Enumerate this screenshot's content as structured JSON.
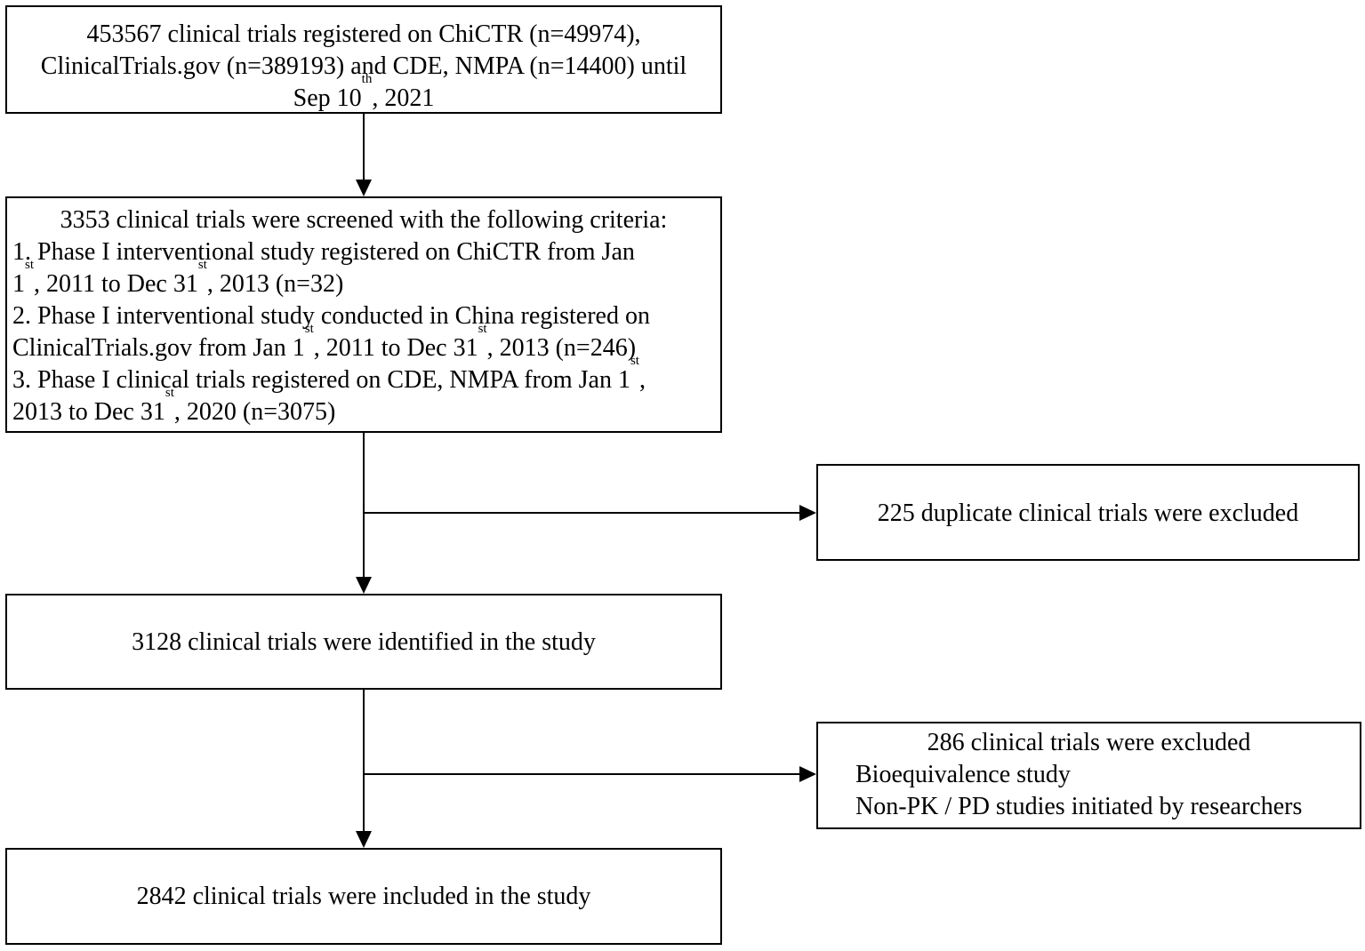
{
  "flowchart": {
    "box1": {
      "line1": "453567 clinical trials registered on ChiCTR (n=49974),",
      "line2": "ClinicalTrials.gov (n=389193) and CDE, NMPA (n=14400) until",
      "line3_a": "Sep 10",
      "line3_sup": "th",
      "line3_b": ", 2021"
    },
    "box2": {
      "heading": "3353 clinical trials were screened with the following criteria:",
      "c1_line1": "1. Phase I interventional study registered on ChiCTR from  Jan",
      "c1_a": "1",
      "c1_sup1": "st",
      "c1_b": ", 2011 to Dec 31",
      "c1_sup2": "st",
      "c1_c": ", 2013 (n=32)",
      "c2_line1": "2. Phase I interventional study conducted in China registered on",
      "c2_a": "ClinicalTrials.gov from Jan 1",
      "c2_sup1": "st",
      "c2_b": ", 2011 to Dec 31",
      "c2_sup2": "st",
      "c2_c": ", 2013 (n=246)",
      "c3_a": "3. Phase I clinical trials registered on CDE, NMPA from Jan 1",
      "c3_sup1": "st",
      "c3_b": ",",
      "c3_c": "2013 to Dec 31",
      "c3_sup2": "st",
      "c3_d": ", 2020 (n=3075)"
    },
    "box3": {
      "text": "225 duplicate clinical trials were excluded"
    },
    "box4": {
      "text": "3128 clinical trials were identified in the study"
    },
    "box5": {
      "title": "286 clinical trials were excluded",
      "items": [
        "Bioequivalence study",
        "Non-PK / PD studies initiated by researchers"
      ]
    },
    "box6": {
      "text": "2842 clinical trials were included in the study"
    },
    "line_color": "#000000"
  }
}
